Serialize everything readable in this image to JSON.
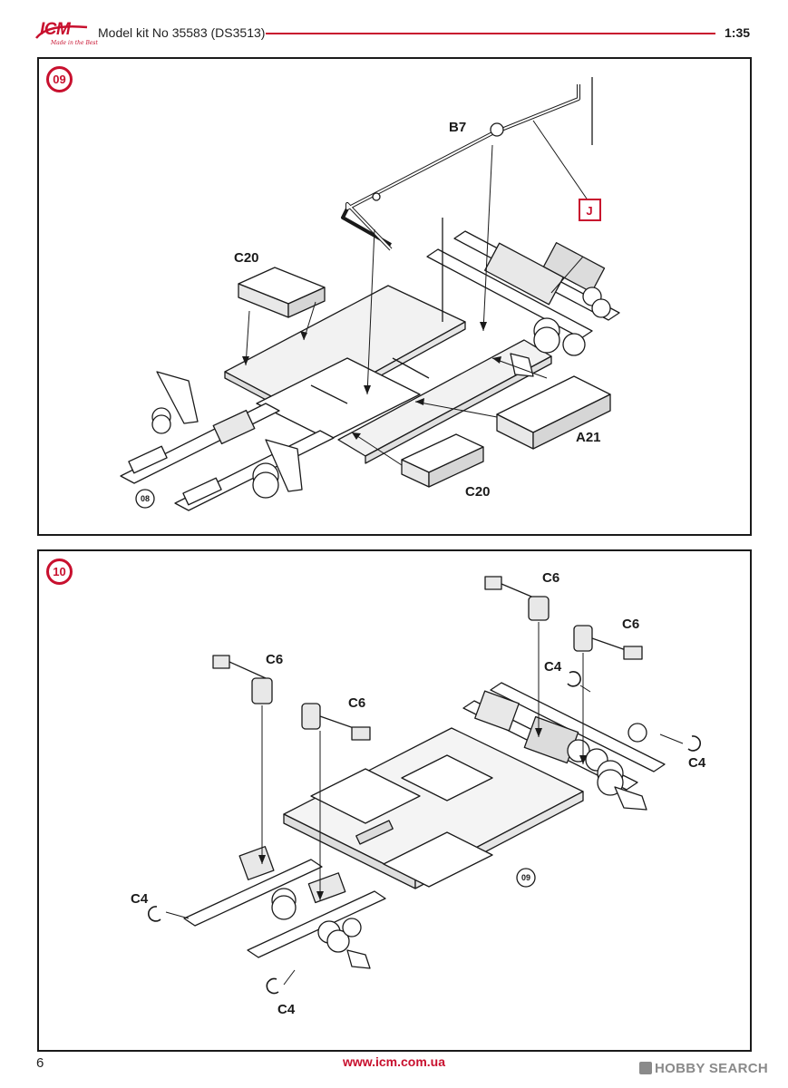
{
  "header": {
    "logo_text": "ICM",
    "logo_tagline": "Made in the Best",
    "kit_title": "Model kit No 35583 (DS3513)",
    "scale": "1:35"
  },
  "steps": [
    {
      "number": "09",
      "labels": {
        "b7": "B7",
        "j": "J",
        "c20_top": "C20",
        "a21": "A21",
        "c20_bottom": "C20"
      },
      "ref": "08"
    },
    {
      "number": "10",
      "labels": {
        "c6_top_right": "C6",
        "c6_right": "C6",
        "c6_left": "C6",
        "c6_mid": "C6",
        "c4_top": "C4",
        "c4_right": "C4",
        "c4_left": "C4",
        "c4_bottom": "C4"
      },
      "ref": "09"
    }
  ],
  "footer": {
    "page_number": "6",
    "url": "www.icm.com.ua",
    "watermark": "HOBBY SEARCH"
  },
  "colors": {
    "accent": "#c8102e",
    "line": "#1a1a1a",
    "part_fill": "#ffffff",
    "frame_fill": "#f2f2f2"
  }
}
